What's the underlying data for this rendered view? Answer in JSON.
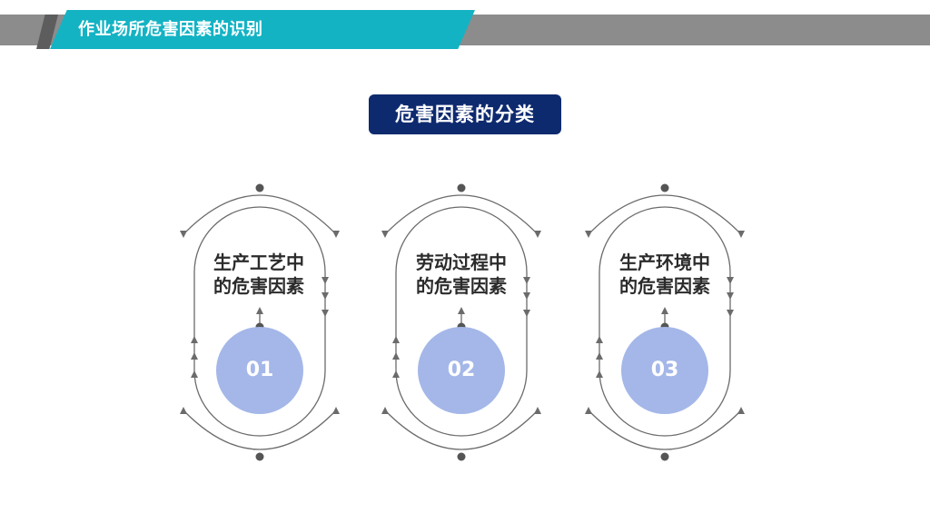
{
  "header": {
    "title": "作业场所危害因素的识别"
  },
  "badge": {
    "label": "危害因素的分类"
  },
  "colors": {
    "header_gray": "#8c8c8c",
    "header_teal": "#13b3c4",
    "badge_bg": "#0e2a6f",
    "circle_fill": "#a4b7e8",
    "line": "#6b6b6b"
  },
  "categories": [
    {
      "line1": "生产工艺中",
      "line2": "的危害因素",
      "number": "01"
    },
    {
      "line1": "劳动过程中",
      "line2": "的危害因素",
      "number": "02"
    },
    {
      "line1": "生产环境中",
      "line2": "的危害因素",
      "number": "03"
    }
  ]
}
